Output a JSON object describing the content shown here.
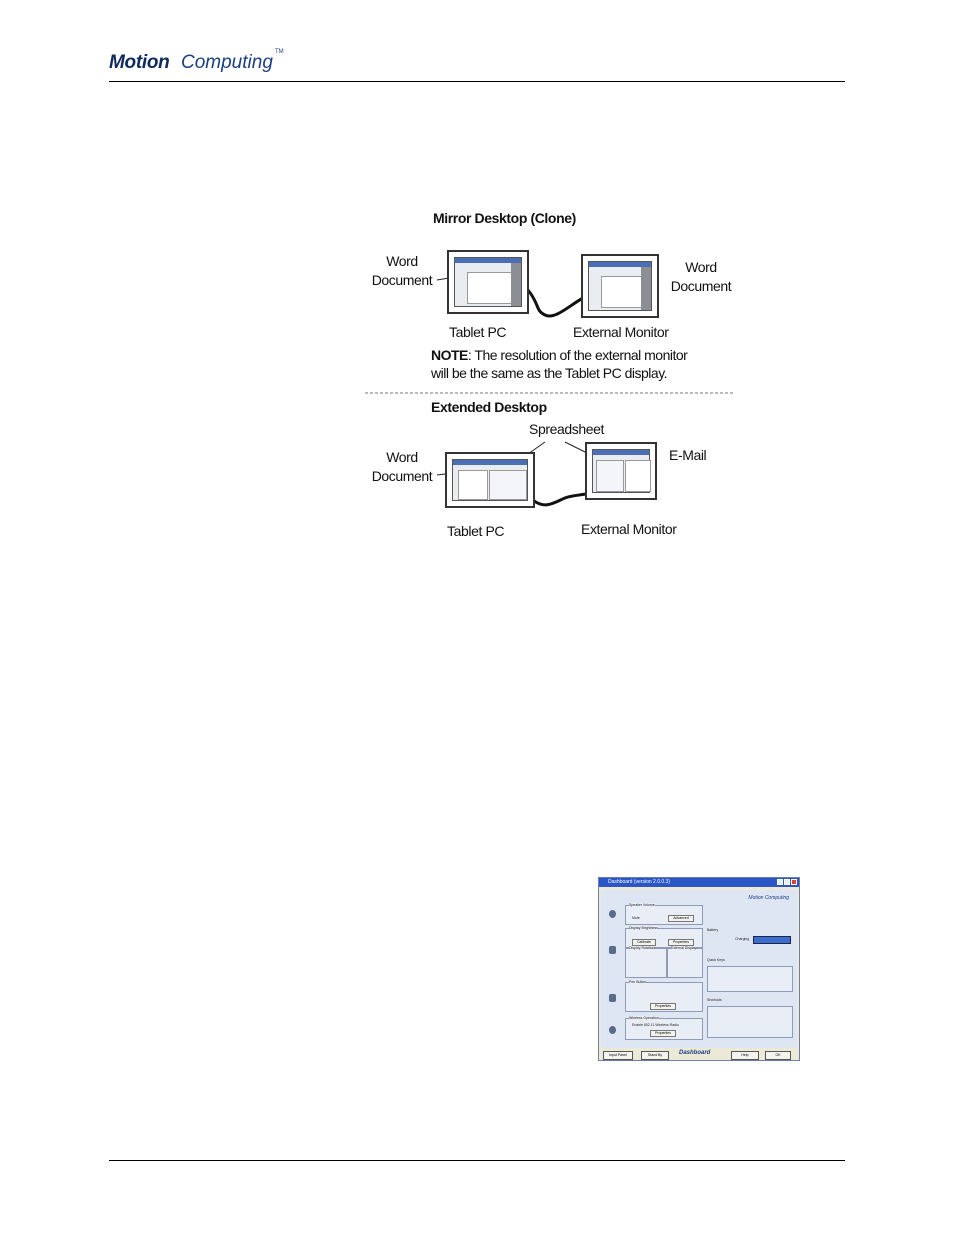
{
  "header": {
    "brand_motion": "Motion",
    "brand_computing": "Computing",
    "brand_tm": "TM"
  },
  "figure": {
    "mirror_title": "Mirror Desktop (Clone)",
    "mirror_left_label_line1": "Word",
    "mirror_left_label_line2": "Document",
    "mirror_right_label_line1": "Word",
    "mirror_right_label_line2": "Document",
    "tablet_pc_label": "Tablet PC",
    "external_monitor_label": "External Monitor",
    "note_prefix": "NOTE",
    "note_line1": ": The resolution of the external monitor",
    "note_line2": "will be the same as the Tablet PC display.",
    "extended_title": "Extended Desktop",
    "spreadsheet_label": "Spreadsheet",
    "ext_left_label_line1": "Word",
    "ext_left_label_line2": "Document",
    "email_label": "E-Mail",
    "ext_tablet_pc_label": "Tablet PC",
    "ext_external_monitor_label": "External Monitor"
  },
  "dashboard": {
    "title": "Dashboard (version 2.0.0.3)",
    "logo": "Motion Computing",
    "speaker_volume": "Speaker Volume",
    "mute": "Mute",
    "advanced": "Advanced",
    "display_brightness": "Display Brightness",
    "calibrate": "Calibrate",
    "properties": "Properties",
    "display_rotation": "Display Rotation",
    "external_display": "External Display",
    "battery": "Battery",
    "charging": "Charging",
    "quick_keys": "Quick Keys",
    "shortcuts": "Shortcuts",
    "pen_buttons": "Pen Button",
    "wireless": "Wireless Operation",
    "enable_wireless": "Enable 802.11 Wireless Radio",
    "input_panel": "Input Panel",
    "stand_by": "Stand By",
    "footer_label": "Dashboard",
    "help": "Help",
    "ok": "OK"
  }
}
